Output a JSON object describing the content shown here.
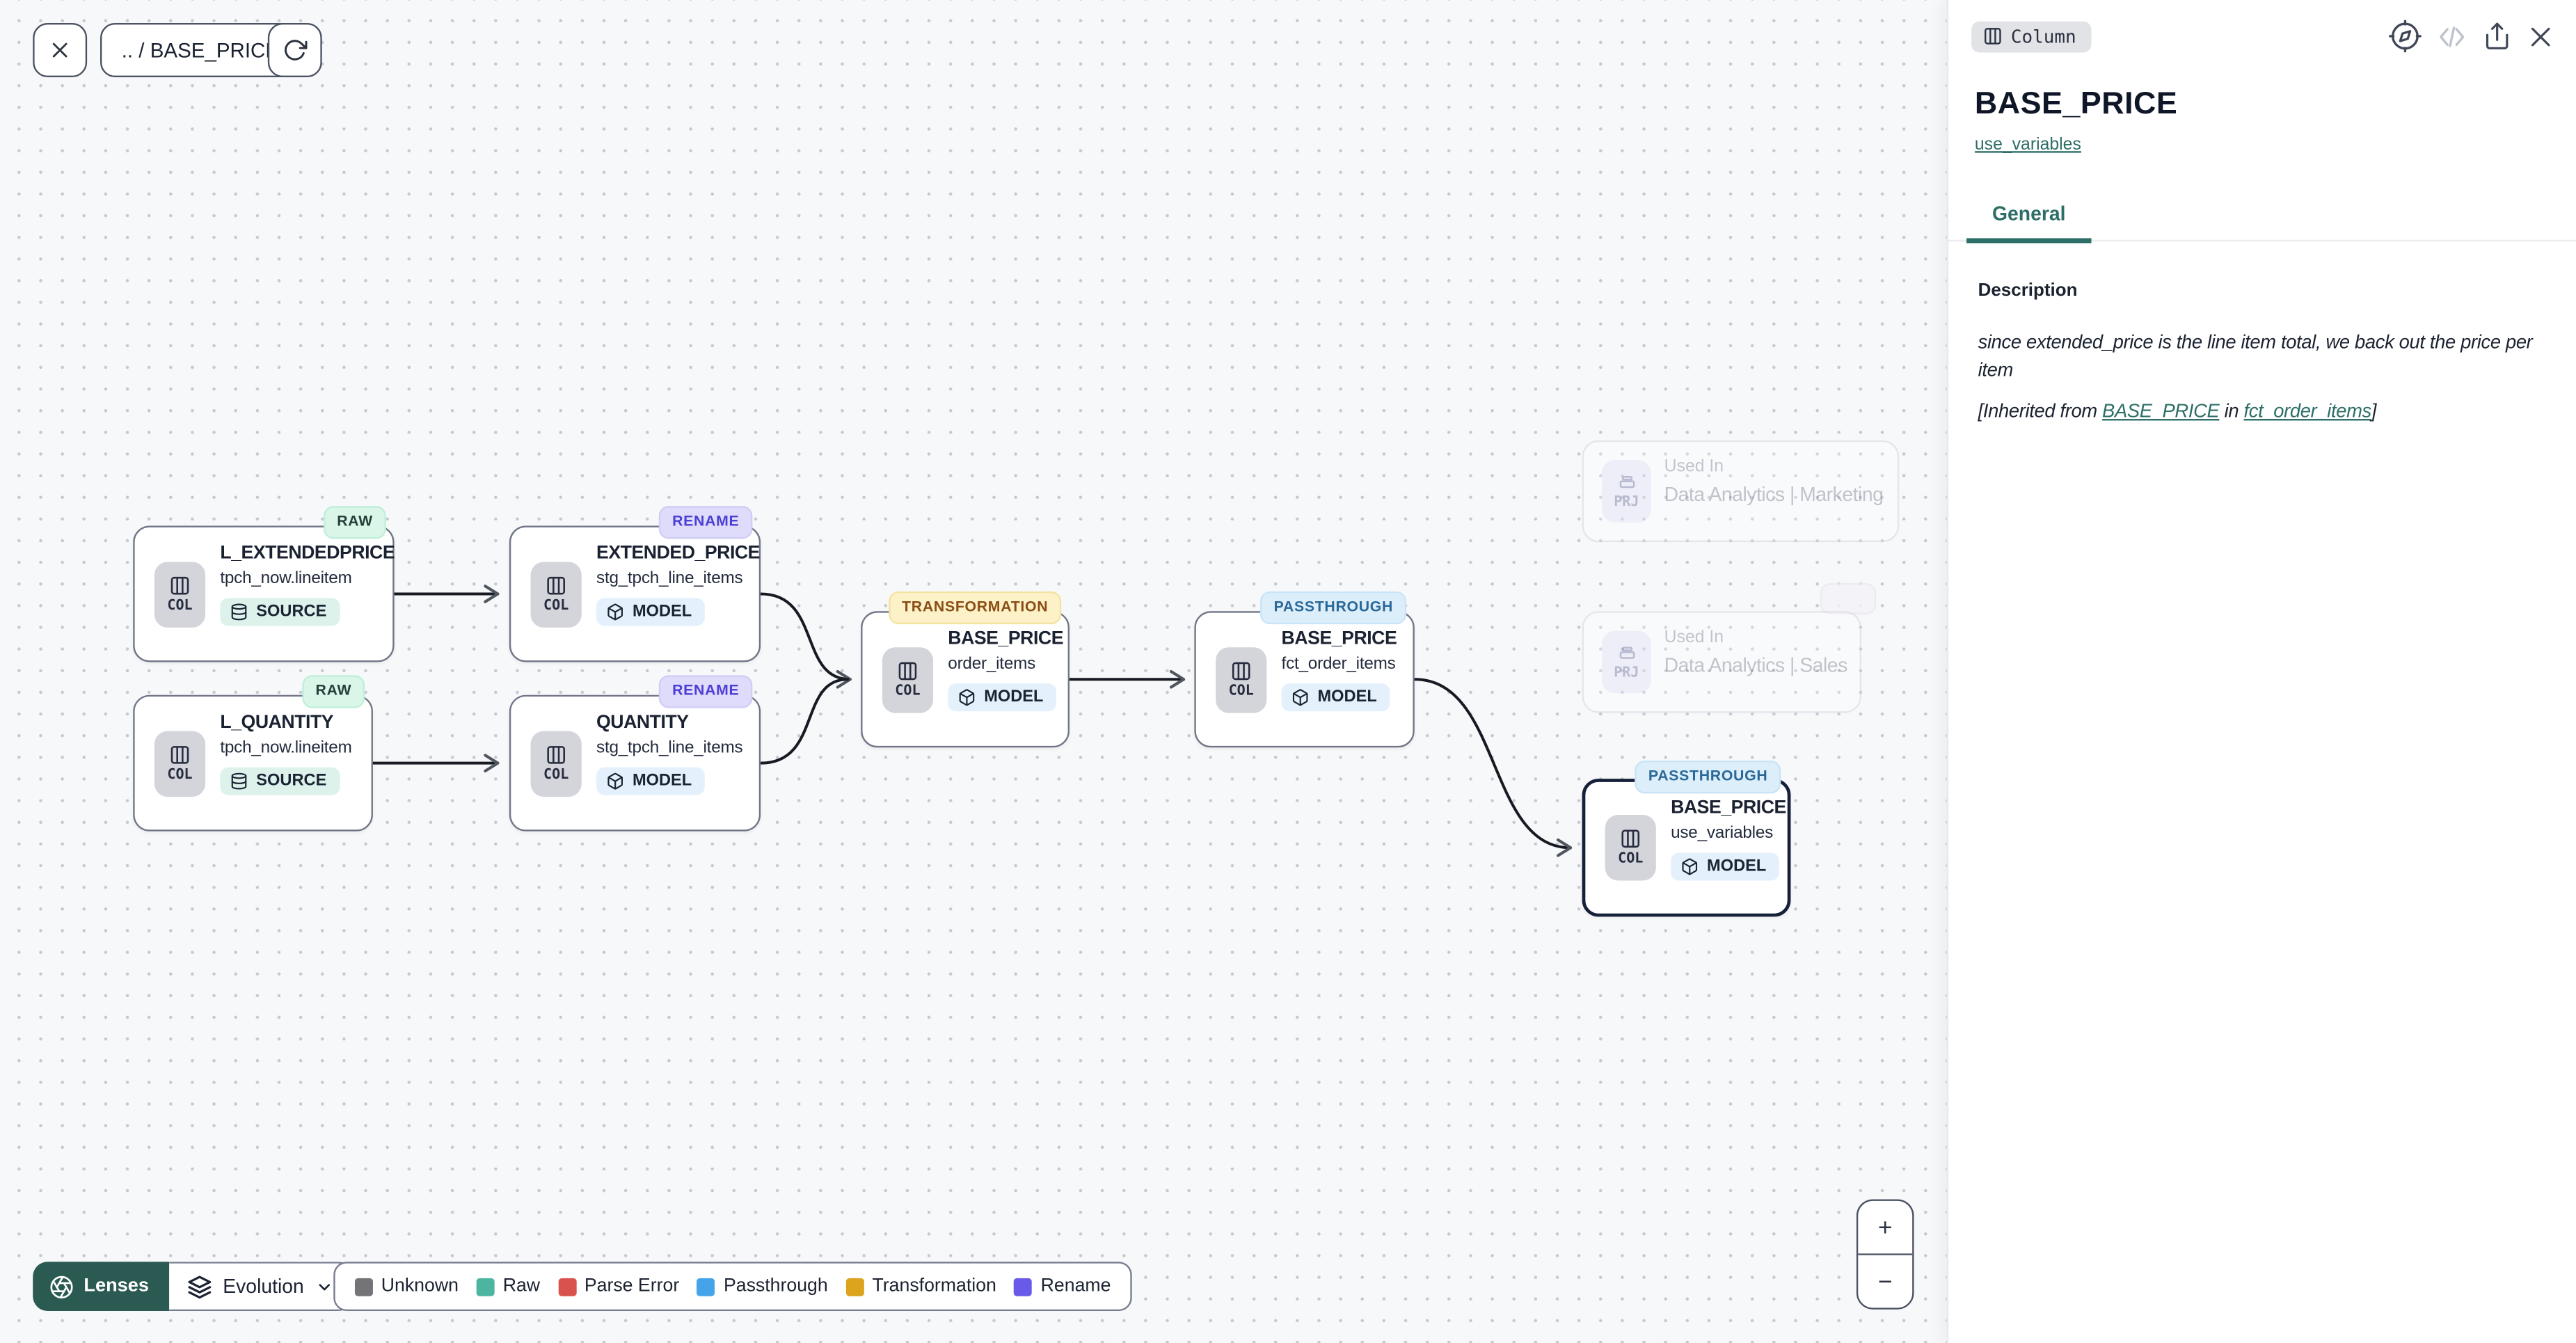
{
  "toolbar": {
    "breadcrumb": ".. / BASE_PRICE"
  },
  "graph": {
    "nodes": [
      {
        "badge": "RAW",
        "title": "L_EXTENDEDPRICE",
        "subtitle": "tpch_now.lineitem",
        "kind": "SOURCE",
        "chip": "COL"
      },
      {
        "badge": "RENAME",
        "title": "EXTENDED_PRICE",
        "subtitle": "stg_tpch_line_items",
        "kind": "MODEL",
        "chip": "COL"
      },
      {
        "badge": "RAW",
        "title": "L_QUANTITY",
        "subtitle": "tpch_now.lineitem",
        "kind": "SOURCE",
        "chip": "COL"
      },
      {
        "badge": "RENAME",
        "title": "QUANTITY",
        "subtitle": "stg_tpch_line_items",
        "kind": "MODEL",
        "chip": "COL"
      },
      {
        "badge": "TRANSFORMATION",
        "title": "BASE_PRICE",
        "subtitle": "order_items",
        "kind": "MODEL",
        "chip": "COL"
      },
      {
        "badge": "PASSTHROUGH",
        "title": "BASE_PRICE",
        "subtitle": "fct_order_items",
        "kind": "MODEL",
        "chip": "COL"
      },
      {
        "badge": "PASSTHROUGH",
        "title": "BASE_PRICE",
        "subtitle": "use_variables",
        "kind": "MODEL",
        "chip": "COL",
        "selected": true
      }
    ],
    "ghosts": [
      {
        "chip": "PRJ",
        "label": "Used In",
        "name": "Data Analytics | Marketing"
      },
      {
        "chip": "PRJ",
        "label": "Used In",
        "name": "Data Analytics | Sales"
      }
    ]
  },
  "lenses": {
    "button": "Lenses",
    "selected_lens": "Evolution"
  },
  "legend": [
    {
      "label": "Unknown",
      "color": "#737378"
    },
    {
      "label": "Raw",
      "color": "#4cb5a2"
    },
    {
      "label": "Parse Error",
      "color": "#d9534e"
    },
    {
      "label": "Passthrough",
      "color": "#45a4e9"
    },
    {
      "label": "Transformation",
      "color": "#dca31d"
    },
    {
      "label": "Rename",
      "color": "#695ae9"
    }
  ],
  "zoom_controls": {
    "zoom_in": "+",
    "zoom_out": "−"
  },
  "panel": {
    "type_badge": "Column",
    "title": "BASE_PRICE",
    "model_link": "use_variables",
    "tabs": [
      {
        "label": "General"
      }
    ],
    "description_heading": "Description",
    "description_body": "since extended_price is the line item total, we back out the price per item",
    "inherited": {
      "prefix": "[Inherited from ",
      "link_column": "BASE_PRICE",
      "infix": " in ",
      "link_model": "fct_order_items",
      "suffix": "]"
    }
  },
  "colors": {
    "accent_teal": "#2d6e67",
    "lenses_button_bg": "#2a5a51",
    "selected_node_border": "#16203a",
    "canvas_background": "#f7f8f9"
  }
}
